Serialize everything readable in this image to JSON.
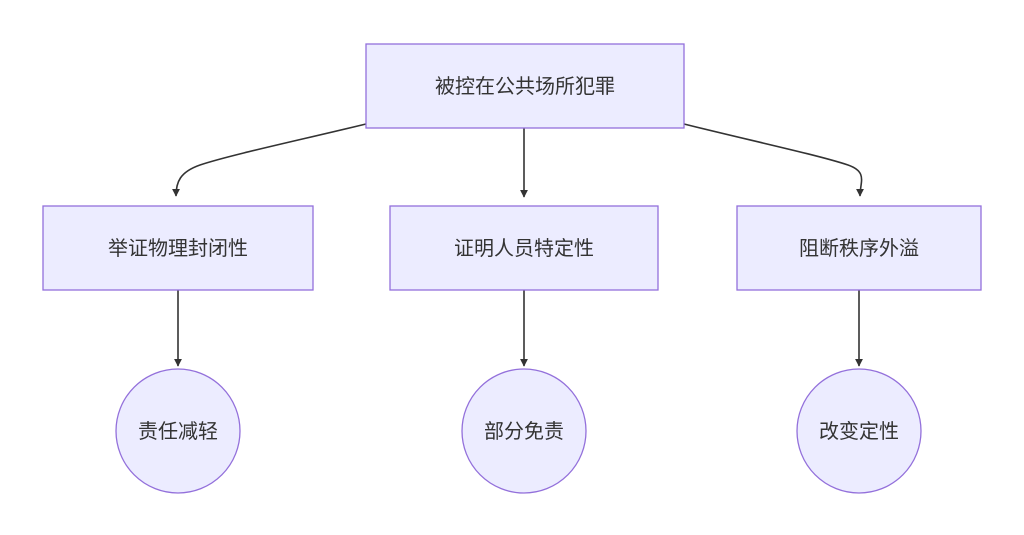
{
  "diagram": {
    "type": "flowchart-top-down",
    "colors": {
      "node_fill": "#ececff",
      "node_stroke": "#9370db",
      "edge": "#333333",
      "text": "#333333"
    },
    "root": {
      "label": "被控在公共场所犯罪"
    },
    "branches": [
      {
        "label": "举证物理封闭性",
        "outcome": "责任减轻"
      },
      {
        "label": "证明人员特定性",
        "outcome": "部分免责"
      },
      {
        "label": "阻断秩序外溢",
        "outcome": "改变定性"
      }
    ]
  }
}
